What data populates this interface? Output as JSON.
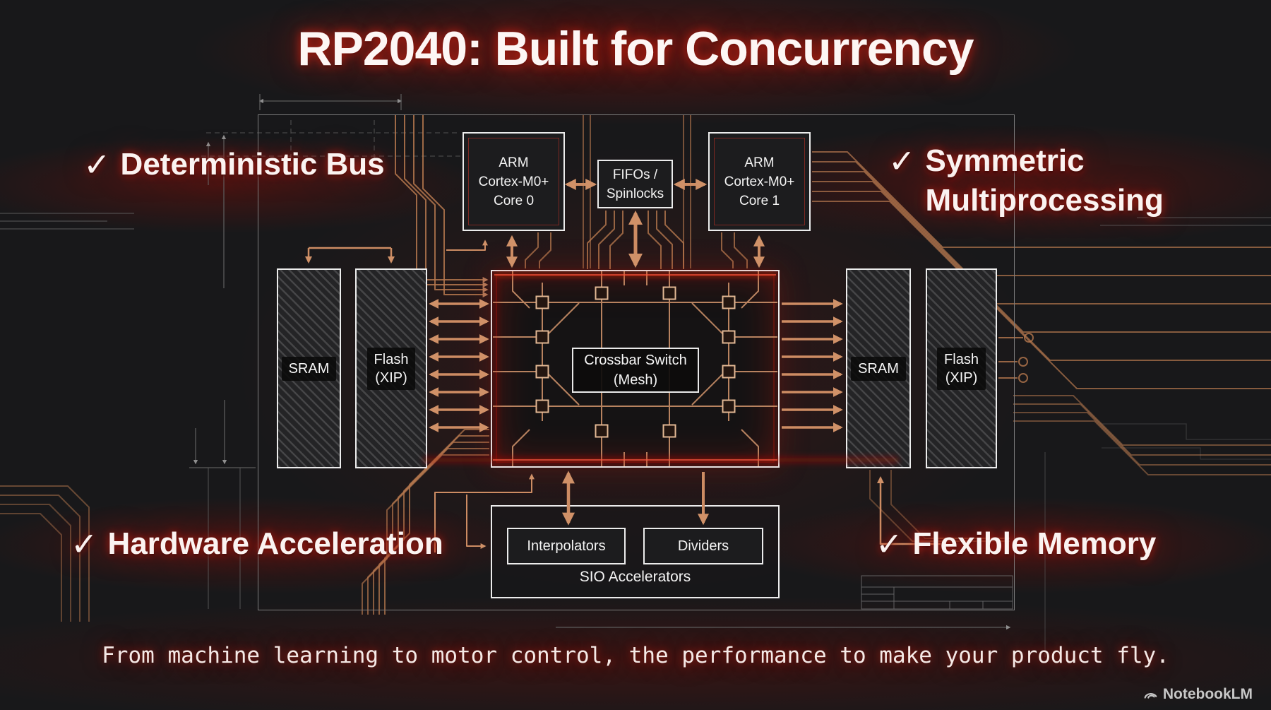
{
  "title": "RP2040: Built for Concurrency",
  "check_icon": "✓",
  "features": {
    "top_left": "Deterministic Bus",
    "top_right": "Symmetric\nMultiprocessing",
    "bottom_left": "Hardware Acceleration",
    "bottom_right": "Flexible Memory"
  },
  "diagram": {
    "core0": "ARM\nCortex-M0+\nCore 0",
    "fifos": "FIFOs /\nSpinlocks",
    "core1": "ARM\nCortex-M0+\nCore 1",
    "sram_left": "SRAM",
    "flash_left": "Flash\n(XIP)",
    "crossbar": "Crossbar Switch\n(Mesh)",
    "sram_right": "SRAM",
    "flash_right": "Flash\n(XIP)",
    "interpolators": "Interpolators",
    "dividers": "Dividers",
    "sio": "SIO Accelerators"
  },
  "caption": "From machine learning to motor control, the performance to make your product fly.",
  "watermark": "NotebookLM",
  "colors": {
    "background": "#18181a",
    "copper_trace": "#b5784e",
    "arrow": "#cd8c63",
    "glow_red": "#b51506",
    "box_border": "#ececec",
    "blueprint_gray": "#5b5b5b"
  }
}
